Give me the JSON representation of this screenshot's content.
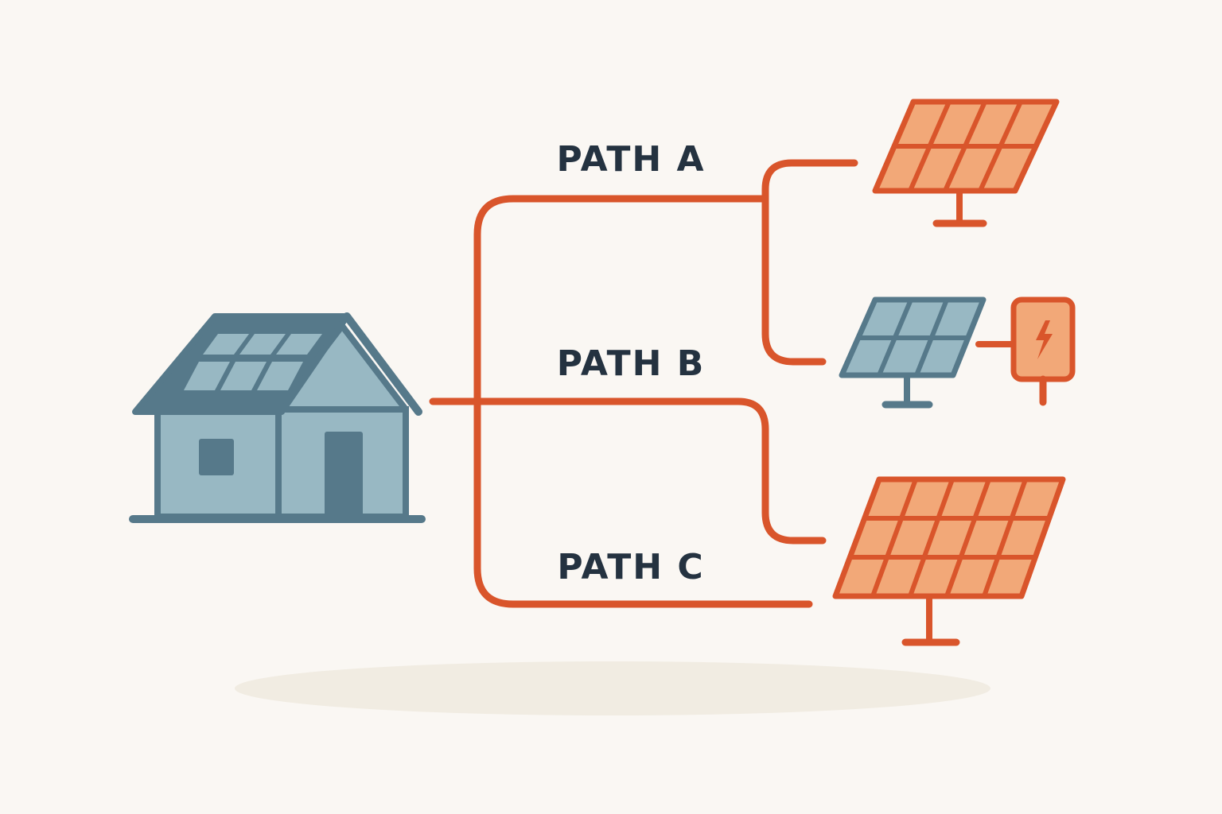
{
  "colors": {
    "background": "#faf7f3",
    "accent_orange": "#d9552b",
    "panel_orange_fill": "#f2a878",
    "house_dark": "#56798a",
    "house_light": "#98b8c3",
    "label_text": "#243240",
    "shadow": "#f1ece2"
  },
  "labels": {
    "path_a": "PATH A",
    "path_b": "PATH B",
    "path_c": "PATH C"
  },
  "icons": {
    "house": "house-with-rooftop-solar-icon",
    "panel_a": "solar-panel-icon",
    "panel_b": "solar-panel-icon",
    "battery": "battery-lightning-icon",
    "panel_c": "solar-panel-icon"
  }
}
